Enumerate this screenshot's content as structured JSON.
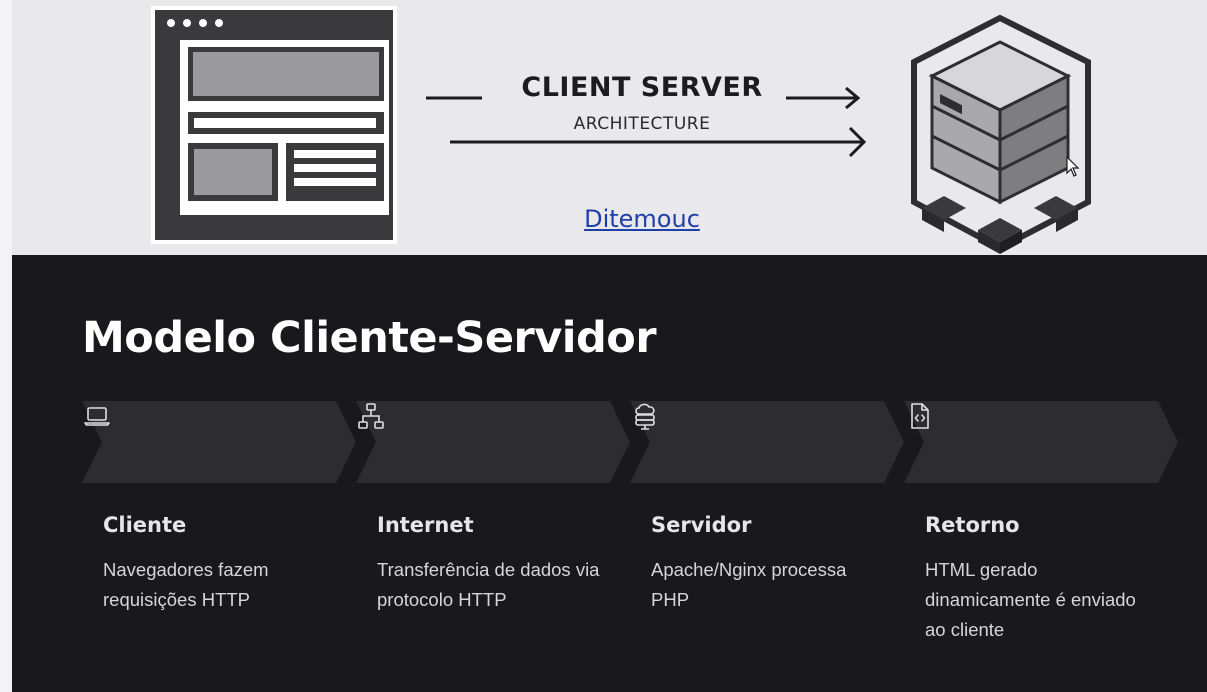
{
  "banner": {
    "title": "CLIENT SERVER",
    "subtitle": "ARCHITECTURE",
    "link": "Ditemouc"
  },
  "section": {
    "title": "Modelo Cliente-Servidor"
  },
  "steps": [
    {
      "icon": "laptop-icon",
      "label": "Cliente",
      "description": "Navegadores fazem requisições HTTP"
    },
    {
      "icon": "network-icon",
      "label": "Internet",
      "description": "Transferência de dados via protocolo HTTP"
    },
    {
      "icon": "cloud-server-icon",
      "label": "Servidor",
      "description": "Apache/Nginx processa PHP"
    },
    {
      "icon": "code-file-icon",
      "label": "Retorno",
      "description": "HTML gerado dinamicamente é enviado ao cliente"
    }
  ],
  "colors": {
    "banner_bg": "#e9e8ea",
    "dark_bg": "#19181c",
    "chevron": "#2d2d31",
    "link": "#1f3fa8",
    "text_light": "#ffffff"
  }
}
